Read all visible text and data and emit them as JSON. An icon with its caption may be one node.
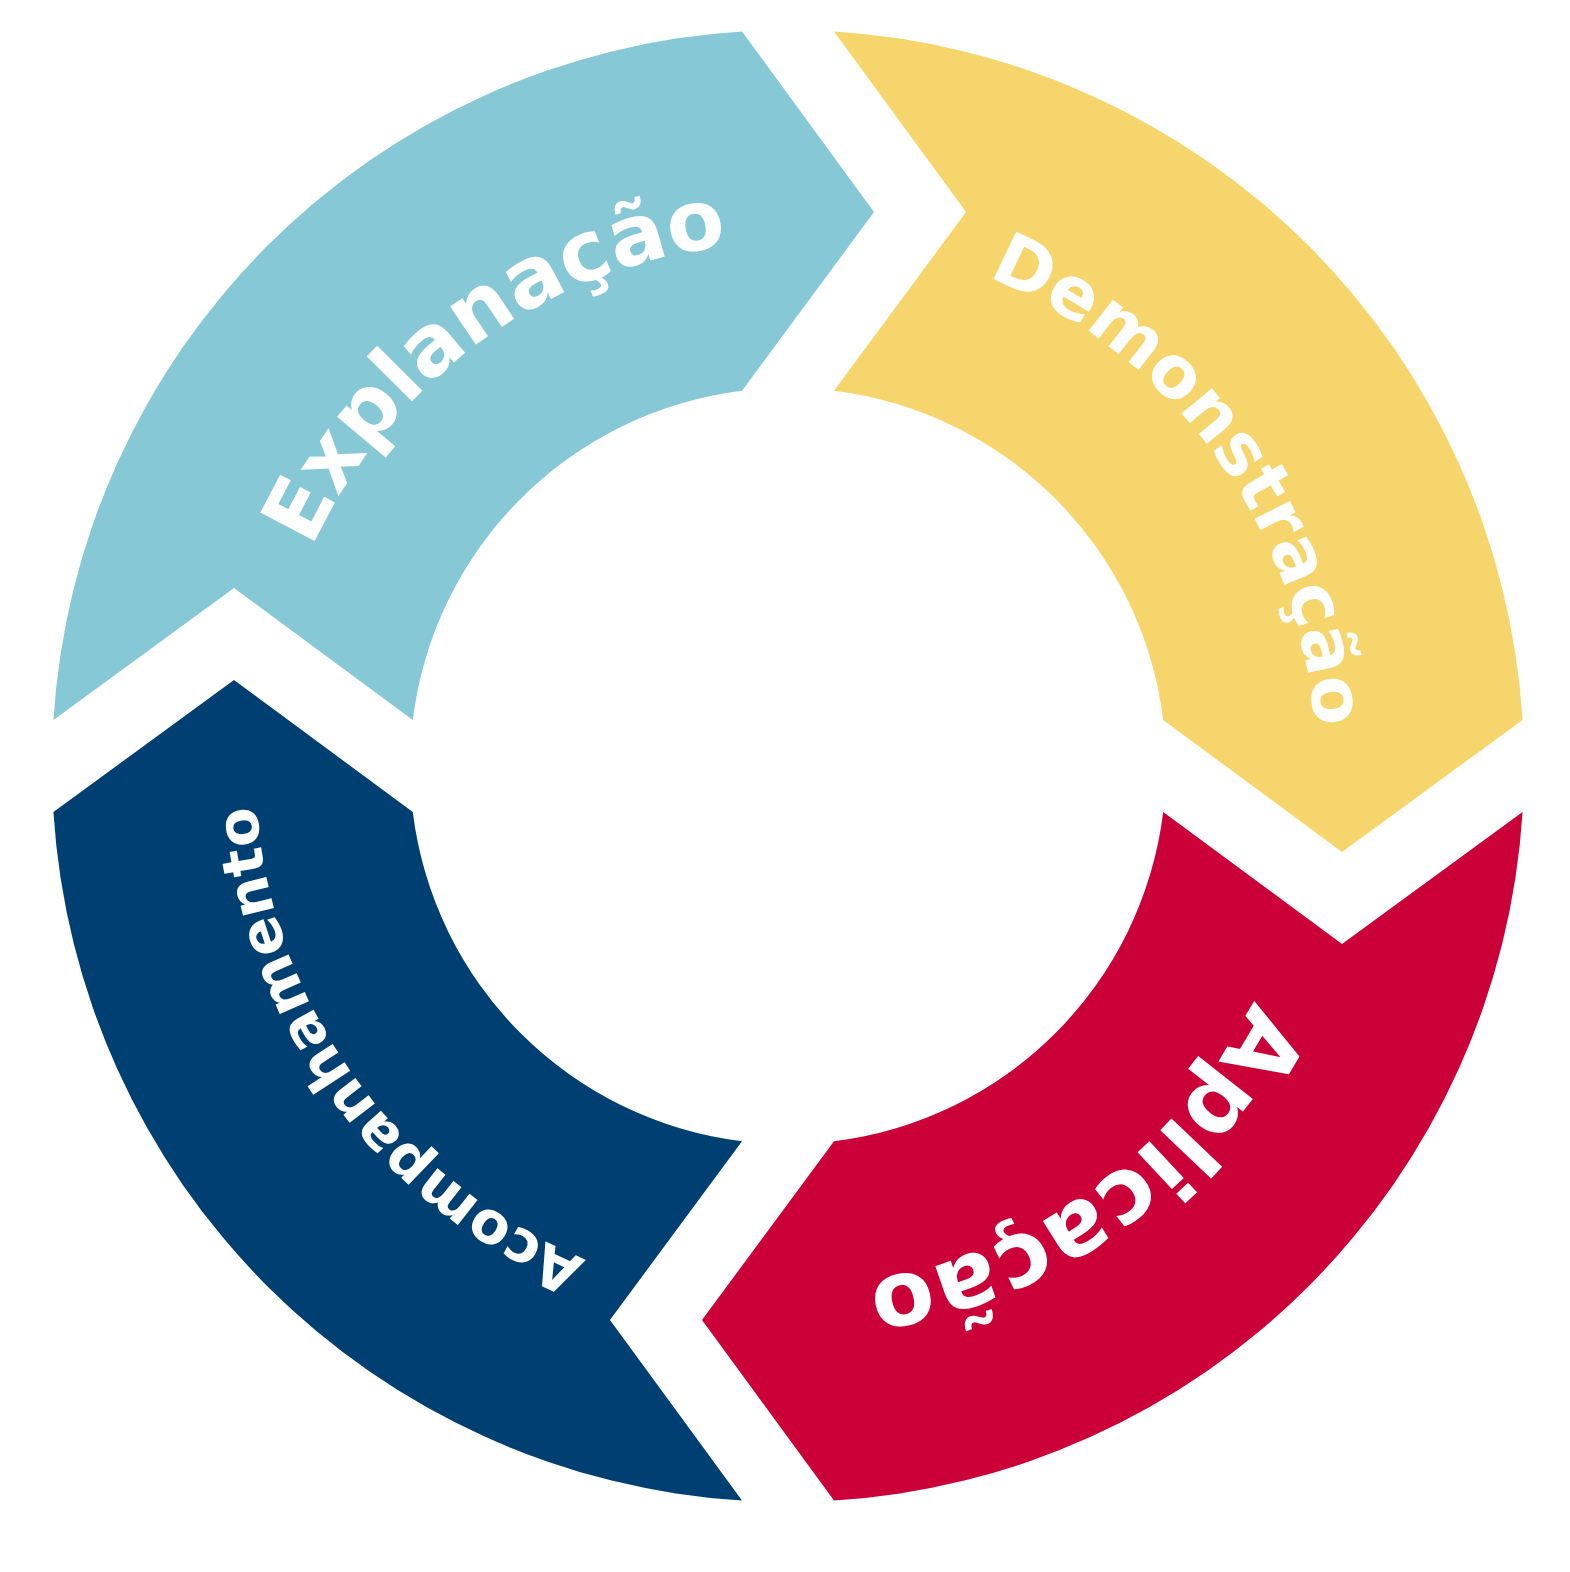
{
  "diagram": {
    "nodes": [
      {
        "text": [
          "Explanação"
        ]
      },
      {
        "text": [
          "Demonstração"
        ]
      },
      {
        "text": [
          "Aplicação"
        ]
      },
      {
        "text": [
          "Acompanhamento"
        ]
      }
    ]
  }
}
